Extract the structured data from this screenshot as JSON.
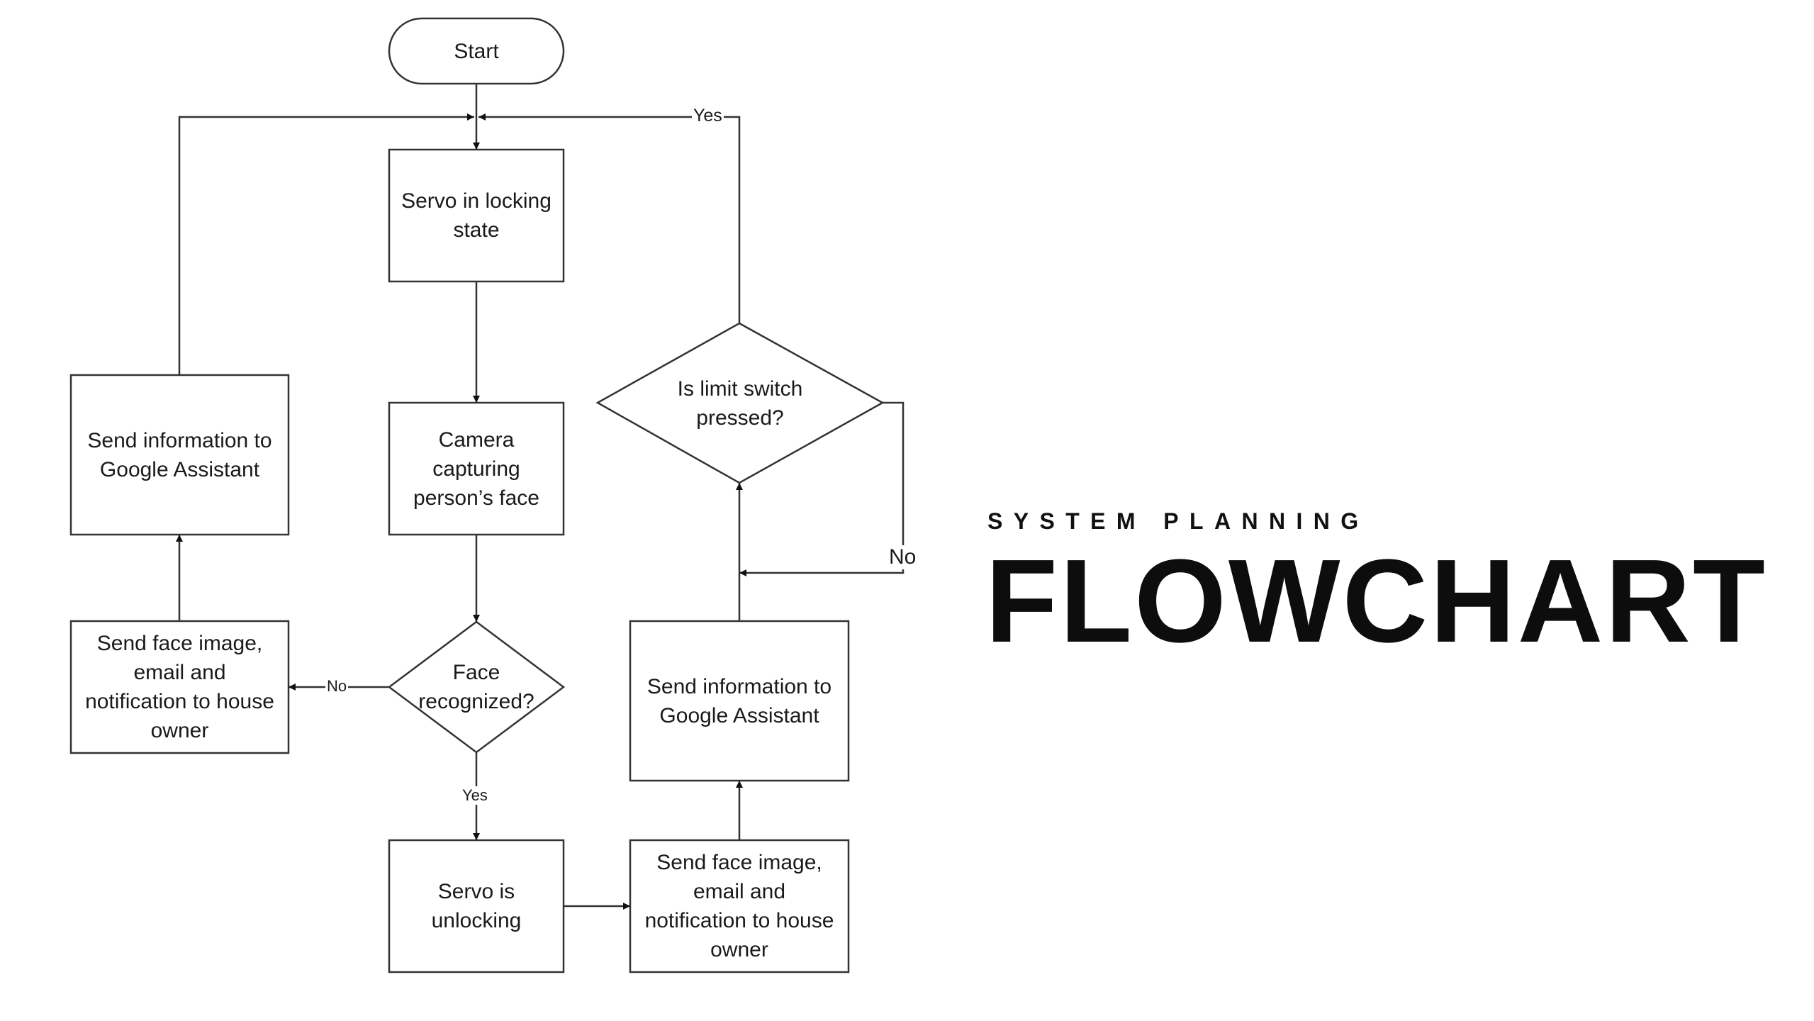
{
  "heading": {
    "subtitle": "SYSTEM PLANNING",
    "title": "FLOWCHART"
  },
  "nodes": {
    "start": "Start",
    "servo_locking": "Servo in locking\nstate",
    "camera": "Camera\ncapturing\nperson’s face",
    "face_recognized": "Face\nrecognized?",
    "send_notification_left": "Send face image,\nemail and\nnotification to house\nowner",
    "send_info_left": "Send information to\nGoogle Assistant",
    "servo_unlocking": "Servo is\nunlocking",
    "send_notification_right": "Send face image,\nemail and\nnotification to house\nowner",
    "send_info_right": "Send information to\nGoogle Assistant",
    "limit_switch": "Is limit switch\npressed?"
  },
  "edge_labels": {
    "face_no": "No",
    "face_yes": "Yes",
    "limit_yes": "Yes",
    "limit_no": "No"
  },
  "colors": {
    "line": "#333333",
    "text": "#1a1a1a",
    "title": "#0d0d0d"
  }
}
